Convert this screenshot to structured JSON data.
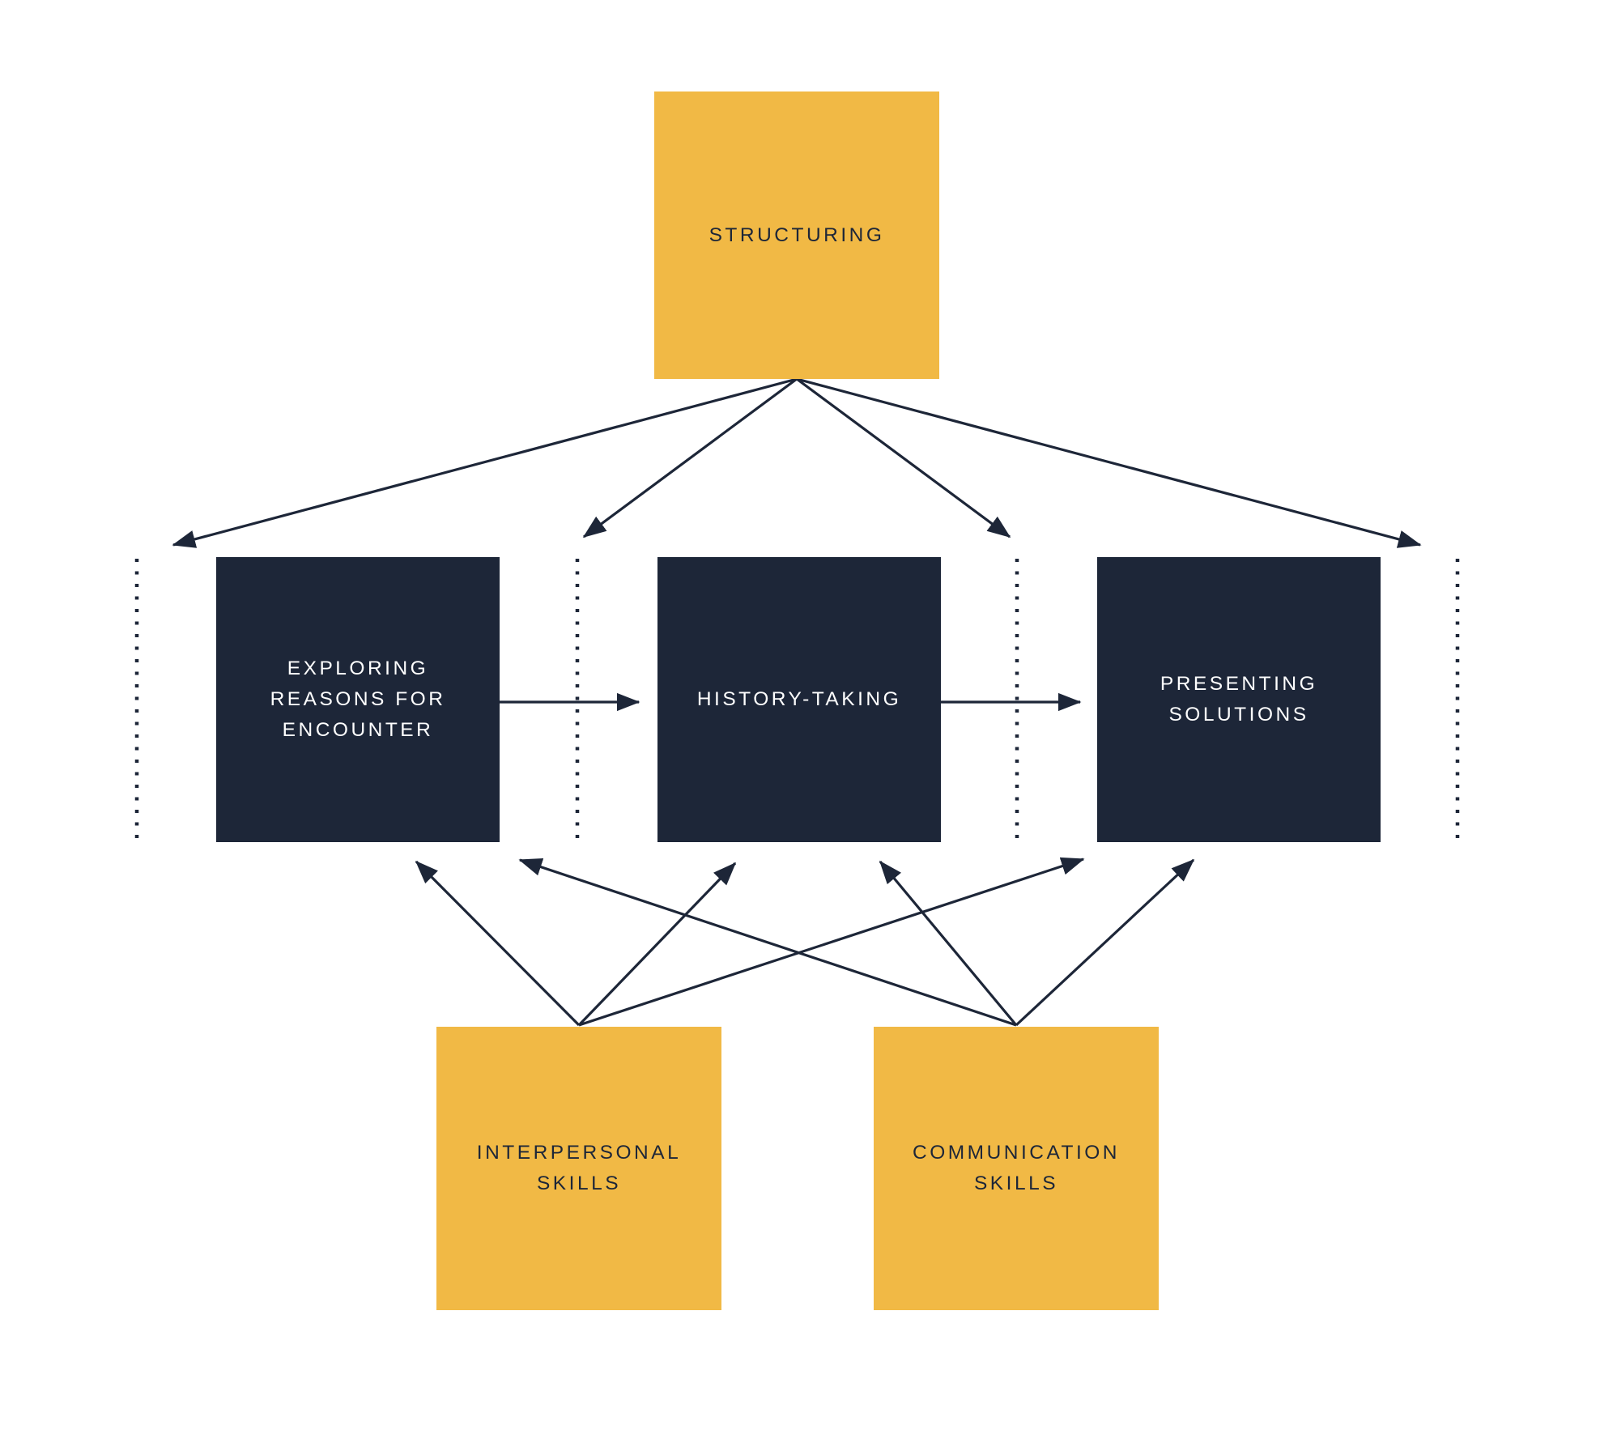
{
  "diagram": {
    "title_none_visible": "",
    "colors": {
      "navy": "#1d2638",
      "yellow": "#f1b945",
      "background": "#ffffff",
      "box_text_light": "#ffffff",
      "box_text_dark": "#1d2638"
    },
    "nodes": {
      "structuring": {
        "label": "STRUCTURING",
        "role": "top-spanning-skill"
      },
      "exploring": {
        "label": "EXPLORING\nREASONS FOR\nENCOUNTER",
        "role": "stage-1"
      },
      "history": {
        "label": "HISTORY-TAKING",
        "role": "stage-2"
      },
      "presenting": {
        "label": "PRESENTING\nSOLUTIONS",
        "role": "stage-3"
      },
      "interpersonal": {
        "label": "INTERPERSONAL\nSKILLS",
        "role": "bottom-supporting-skill"
      },
      "communication": {
        "label": "COMMUNICATION\nSKILLS",
        "role": "bottom-supporting-skill"
      }
    },
    "edges": {
      "from_structuring_to_phase_boundaries": [
        "far-left-divider",
        "divider-between-exploring-and-history",
        "divider-between-history-and-presenting",
        "far-right-divider"
      ],
      "sequence_arrows": [
        {
          "from": "exploring",
          "to": "history"
        },
        {
          "from": "history",
          "to": "presenting"
        }
      ],
      "from_interpersonal": [
        "exploring",
        "history",
        "presenting"
      ],
      "from_communication": [
        "exploring",
        "history",
        "presenting"
      ]
    },
    "phase_divider_lines": {
      "count": 4,
      "style": "dotted-vertical"
    }
  }
}
